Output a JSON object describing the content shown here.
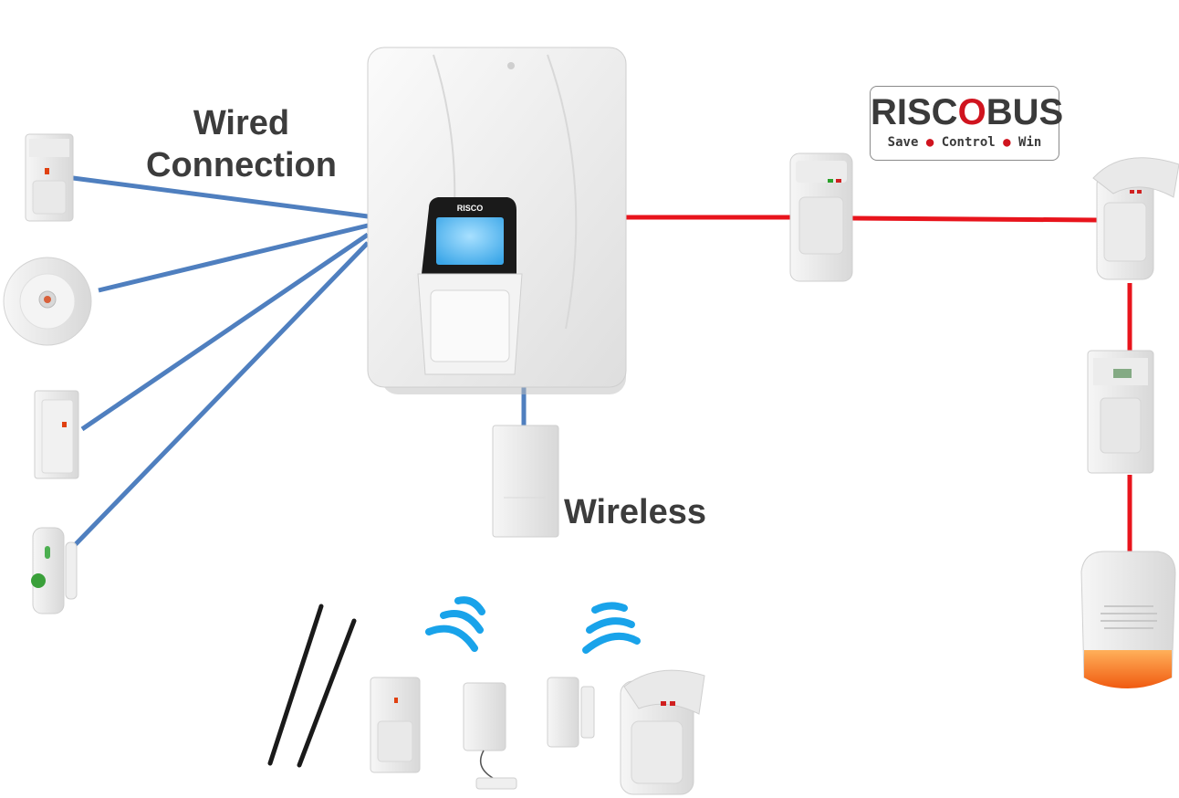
{
  "labels": {
    "wired_line1": "Wired",
    "wired_line2": "Connection",
    "wireless": "Wireless"
  },
  "logo": {
    "brand_part1": "RISC",
    "brand_o": "O",
    "brand_part2": "BUS",
    "tagline_1": "Save",
    "tagline_2": "Control",
    "tagline_3": "Win",
    "separator": "●"
  },
  "colors": {
    "wired_line": "#4f7fbf",
    "bus_line": "#e8141c",
    "wireless_signal": "#19a3ea",
    "text": "#3c3c3c"
  }
}
